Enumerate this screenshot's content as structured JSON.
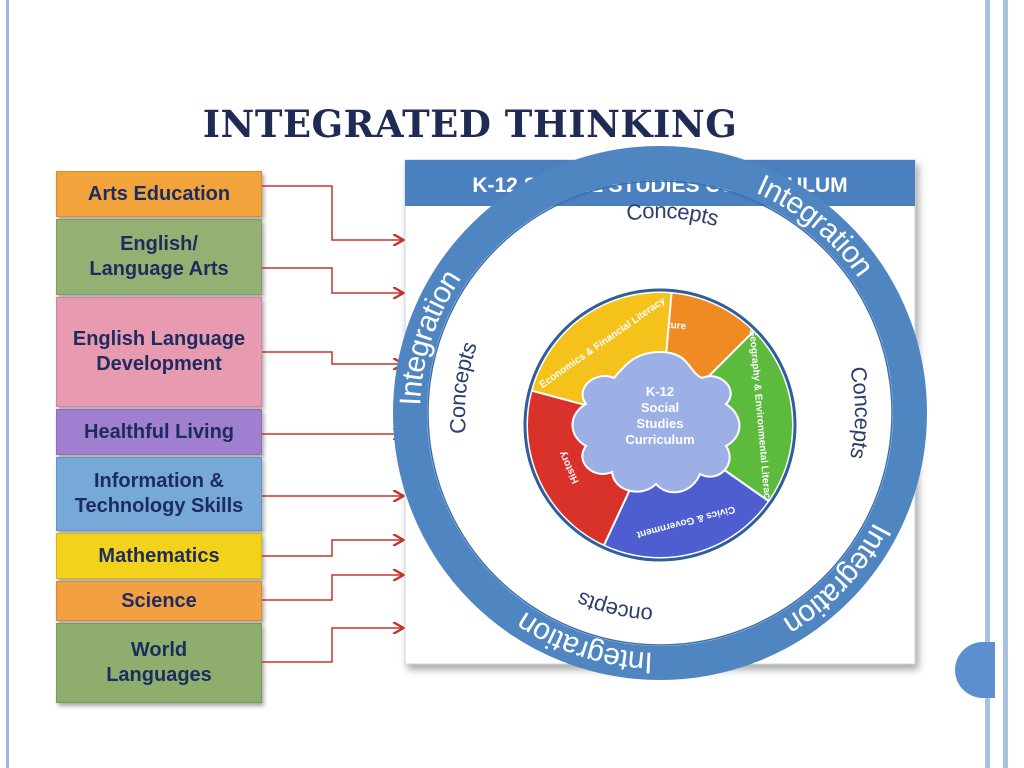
{
  "title": "INTEGRATED THINKING",
  "subjects": [
    {
      "label": "Arts Education",
      "color": "#f2a33c"
    },
    {
      "label": "English/\nLanguage Arts",
      "color": "#94b072"
    },
    {
      "label": "English Language\nDevelopment",
      "color": "#e89ab0"
    },
    {
      "label": "Healthful Living",
      "color": "#a07ed0"
    },
    {
      "label": "Information  &\nTechnology Skills",
      "color": "#76a8d8"
    },
    {
      "label": "Mathematics",
      "color": "#f2d21a"
    },
    {
      "label": "Science",
      "color": "#f3a043"
    },
    {
      "label": "World\nLanguages",
      "color": "#8fad6d"
    }
  ],
  "curriculum": {
    "header": "K-12 SOCIAL STUDIES CURRICULUM",
    "ring_label": "Integration",
    "concepts_label": "Concepts",
    "center_label": "K-12\nSocial\nStudies\nCurriculum",
    "pieces": [
      {
        "label": "Culture",
        "color": "#f08a22"
      },
      {
        "label": "Geography & Environmental Literacy",
        "color": "#5cba3c"
      },
      {
        "label": "Civics & Government",
        "color": "#4e5ed0"
      },
      {
        "label": "History",
        "color": "#d8322a"
      },
      {
        "label": "Economics & Financial Literacy",
        "color": "#f5c21c"
      }
    ],
    "colors": {
      "ring": "#4f86c2",
      "header": "#4a80bf",
      "center": "#9db0e6",
      "text": "#ffffff"
    }
  }
}
